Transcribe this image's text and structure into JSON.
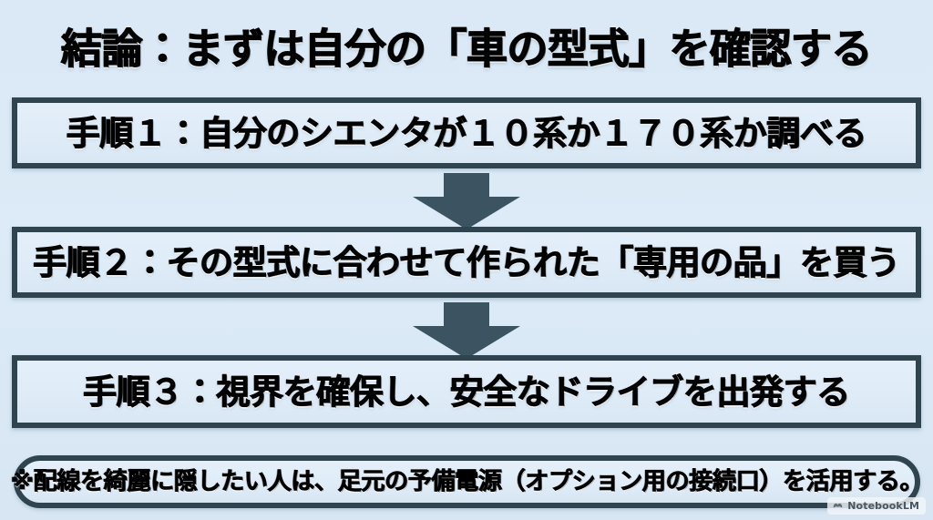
{
  "diagram": {
    "title": "結論：まずは自分の「車の型式」を確認する",
    "steps": [
      {
        "label": "手順１：自分のシエンタが１０系か１７０系か調べる"
      },
      {
        "label": "手順２：その型式に合わせて作られた「専用の品」を買う"
      },
      {
        "label": "手順３：視界を確保し、安全なドライブを出発する"
      }
    ],
    "connectors": [
      {
        "icon": "down-arrow-icon"
      },
      {
        "icon": "down-arrow-icon"
      }
    ],
    "note": "※配線を綺麗に隠したい人は、足元の予備電源（オプション用の接続口）を活用する。",
    "watermark": {
      "label": "NotebookLM",
      "icon": "notebooklm-logo-icon"
    },
    "colors": {
      "background": "#dce9f6",
      "box_fill": "#e0edf8",
      "box_border": "#2f444f",
      "arrow": "#3c5461",
      "text": "#050709",
      "watermark_text": "#4a5660"
    }
  }
}
